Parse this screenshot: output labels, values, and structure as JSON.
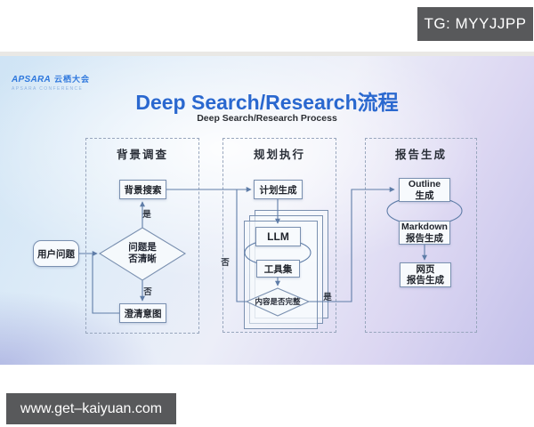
{
  "page": {
    "top_watermark": "TG: MYYJJPP",
    "bottom_watermark": "www.get–kaiyuan.com"
  },
  "slide": {
    "logo": {
      "brand": "APSARA",
      "brand_suffix": "云栖大会",
      "subtext": "APSARA CONFERENCE"
    },
    "title": "Deep Search/Research流程",
    "subtitle": "Deep Search/Research Process",
    "groups": [
      {
        "label": "背景调查"
      },
      {
        "label": "规划执行"
      },
      {
        "label": "报告生成"
      }
    ],
    "nodes": {
      "user_question": "用户问题",
      "background_search": "背景搜索",
      "question_clear_l1": "问题是",
      "question_clear_l2": "否清晰",
      "clarify_intent": "澄清意图",
      "plan_generation": "计划生成",
      "llm": "LLM",
      "toolset": "工具集",
      "content_complete": "内容是否完整",
      "outline_l1": "Outline",
      "outline_l2": "生成",
      "markdown_l1": "Markdown",
      "markdown_l2": "报告生成",
      "web_report_l1": "网页",
      "web_report_l2": "报告生成"
    },
    "edge_labels": {
      "yes_clear": "是",
      "no_clear": "否",
      "no_complete": "否",
      "yes_complete": "是"
    }
  },
  "colors": {
    "title_blue": "#2a68cf",
    "logo_blue": "#2f78dd",
    "watermark_bg": "#58595b",
    "line": "#5f7da8",
    "node_border": "#7a90b0",
    "dashed_border": "#98a6bd"
  }
}
